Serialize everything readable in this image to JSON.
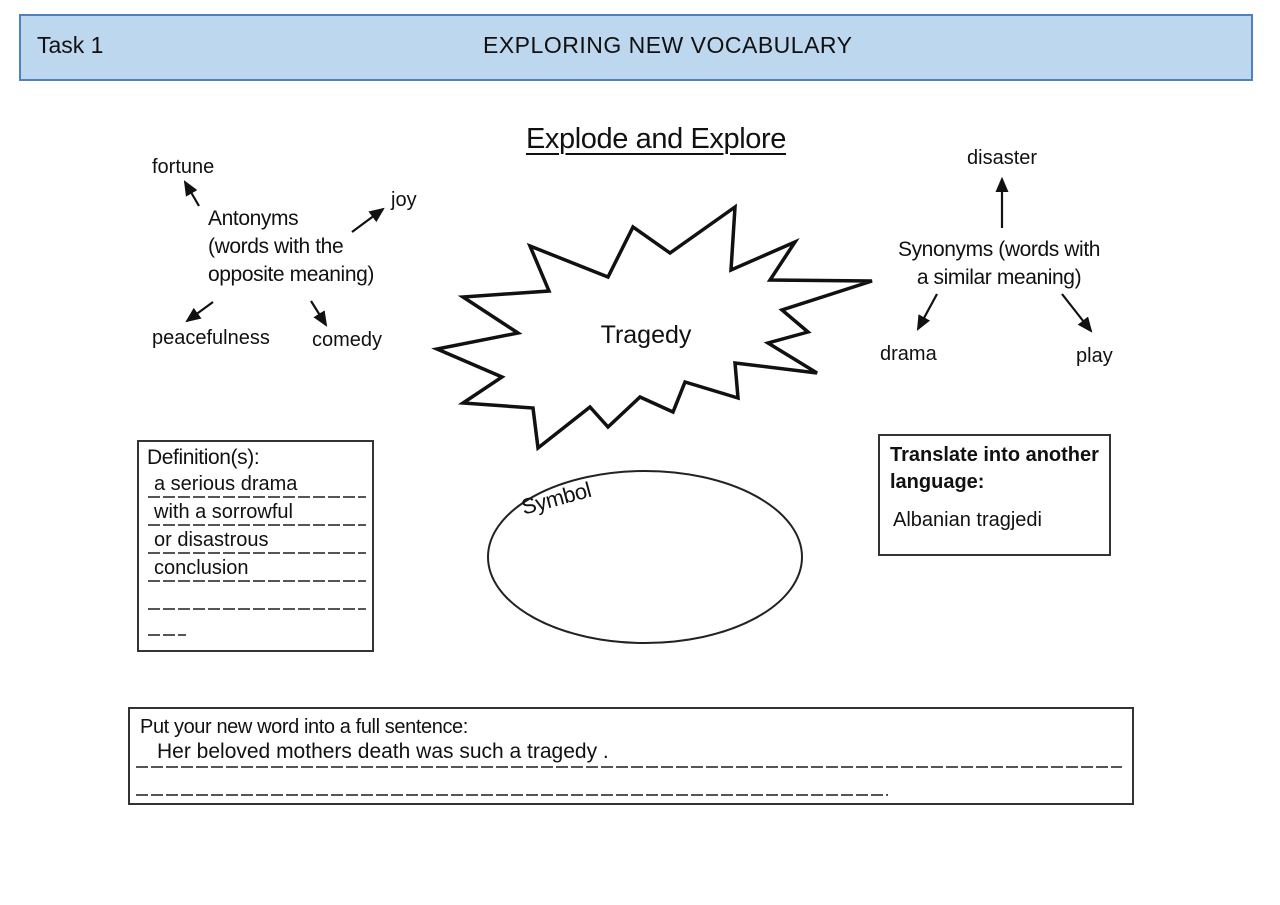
{
  "header": {
    "task_label": "Task 1",
    "title": "EXPLORING NEW VOCABULARY"
  },
  "worksheet_title": "Explode and Explore",
  "center_word": "Tragedy",
  "antonyms": {
    "label_lines": [
      "Antonyms",
      "(words with the",
      "opposite meaning)"
    ],
    "top_left": "fortune",
    "top_right": "joy",
    "bottom_left": "peacefulness",
    "bottom_right": "comedy"
  },
  "synonyms": {
    "label_lines": [
      "Synonyms (words with",
      "a similar meaning)"
    ],
    "top": "disaster",
    "bottom_left": "drama",
    "bottom_right": "play"
  },
  "definitions": {
    "label": "Definition(s):",
    "lines": [
      "a serious drama",
      "with a sorrowful",
      "or disastrous",
      "conclusion"
    ]
  },
  "symbol_label": "Symbol",
  "translation": {
    "label_lines": [
      "Translate into another",
      "language:"
    ],
    "value": "Albanian tragjedi"
  },
  "sentence": {
    "label": "Put your new word into a full sentence:",
    "value": "Her beloved mothers death was such a tragedy ."
  },
  "colors": {
    "header_bg": "#BDD7EE",
    "header_border": "#4F81BD",
    "ink": "#111111"
  }
}
